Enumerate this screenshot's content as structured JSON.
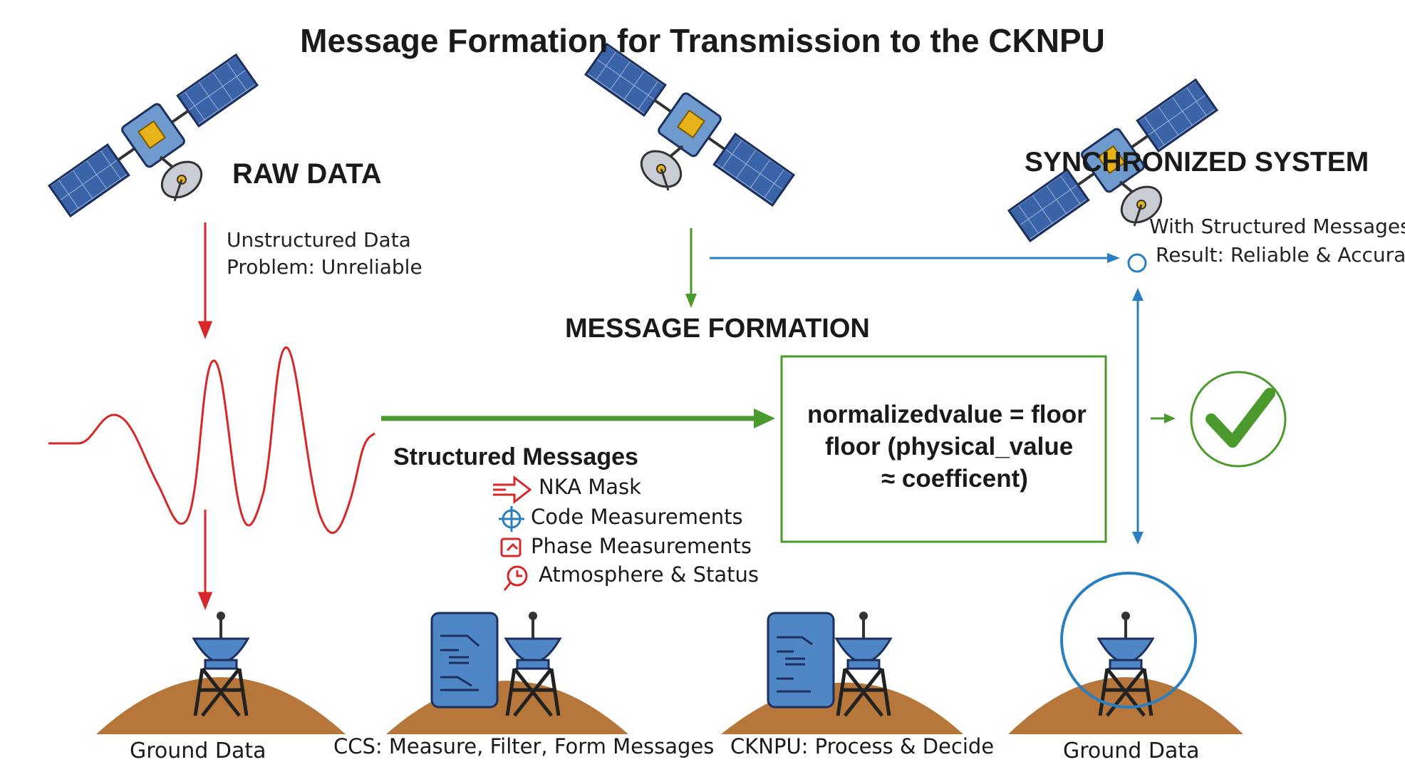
{
  "title": "Message Formation for Transmission to the CKNPU",
  "raw_data": {
    "heading": "RAW DATA",
    "line1": "Unstructured Data",
    "line2": "Problem: Unreliable"
  },
  "message_formation": {
    "heading": "MESSAGE FORMATION"
  },
  "structured_messages": {
    "heading": "Structured Messages",
    "items": [
      {
        "label": "NKA Mask",
        "icon": "arrow-outline-icon"
      },
      {
        "label": "Code Measurements",
        "icon": "crosshair-icon"
      },
      {
        "label": "Phase Measurements",
        "icon": "phase-icon"
      },
      {
        "label": "Atmosphere & Status",
        "icon": "clock-search-icon"
      }
    ]
  },
  "formula": {
    "line1": "normalizedvalue = floor",
    "line2": "floor (physical_value",
    "line3": "≈ coefficent)"
  },
  "synchronized": {
    "heading": "SYNCHRONIZED SYSTEM",
    "line1": "With Structured Messages",
    "line2": "Result: Reliable & Accurate"
  },
  "ground": [
    {
      "caption": "Ground Data"
    },
    {
      "caption": "CCS: Measure, Filter, Form Messages"
    },
    {
      "caption": "CKNPU: Process & Decide"
    },
    {
      "caption": "Ground Data"
    }
  ],
  "colors": {
    "red": "#d62828",
    "green": "#4a9a2e",
    "blue": "#2a7fc1",
    "panel": "#3a63a8",
    "ground": "#b8773a"
  }
}
